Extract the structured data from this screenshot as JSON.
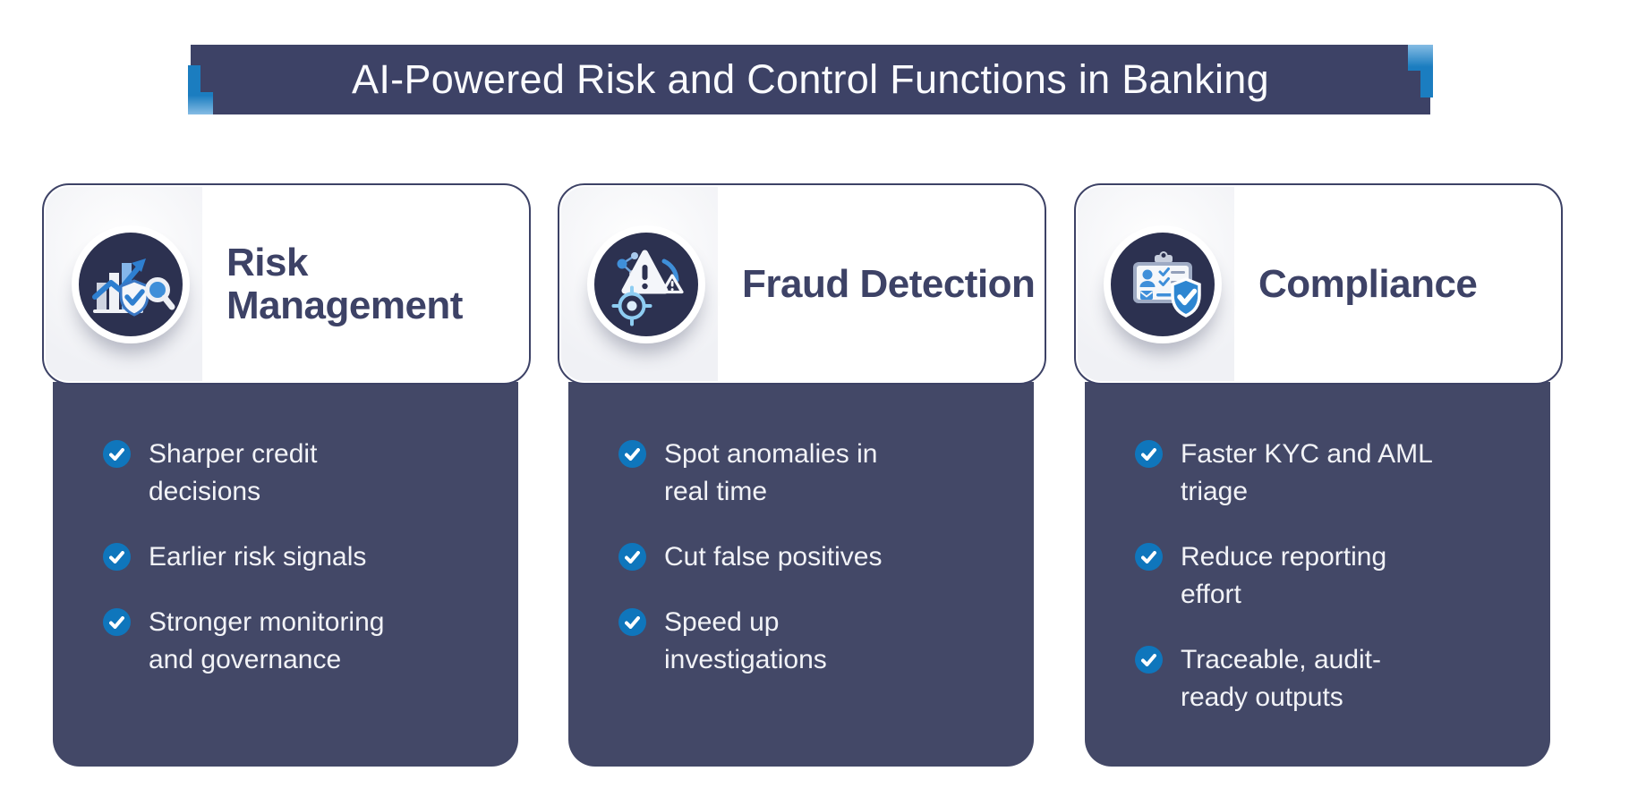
{
  "banner": {
    "title": "AI-Powered Risk and Control Functions in Banking"
  },
  "cards": [
    {
      "title": "Risk Management",
      "icon": "risk-management-icon",
      "bullets": [
        "Sharper credit decisions",
        "Earlier risk signals",
        "Stronger monitoring and governance"
      ]
    },
    {
      "title": "Fraud Detection",
      "icon": "fraud-detection-icon",
      "bullets": [
        "Spot anomalies in real time",
        "Cut false positives",
        "Speed up investigations"
      ]
    },
    {
      "title": "Compliance",
      "icon": "compliance-icon",
      "bullets": [
        "Faster KYC and AML triage",
        "Reduce reporting effort",
        "Traceable, audit-ready outputs"
      ]
    }
  ],
  "colors": {
    "navy": "#3d4266",
    "navy-body": "#434867",
    "navy-icon": "#2c3150",
    "accent-blue": "#1b7dc0",
    "check-blue": "#0f76bc",
    "bullet-text": "#f2f3f7"
  }
}
